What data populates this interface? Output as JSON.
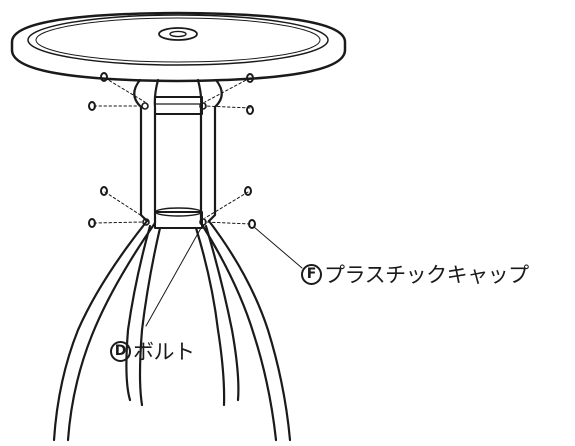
{
  "labels": {
    "cap": {
      "letter": "F",
      "text": "プラスチックキャップ"
    },
    "bolt": {
      "letter": "D",
      "text": "ボルト"
    }
  },
  "colors": {
    "line": "#1a1a1a",
    "background": "#ffffff"
  }
}
